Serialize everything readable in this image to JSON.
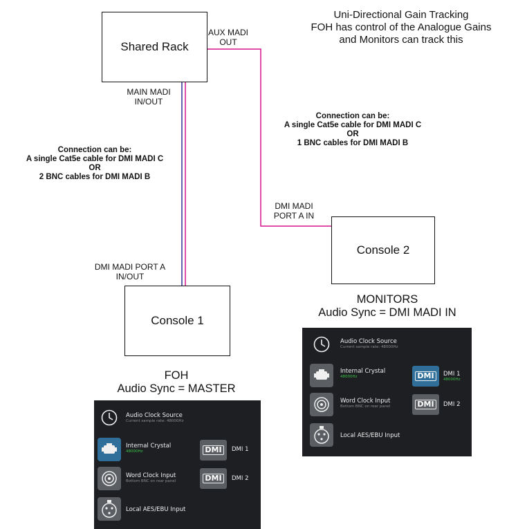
{
  "header": {
    "line1": "Uni-Directional Gain Tracking",
    "line2": "FOH has control of the Analogue Gains",
    "line3": "and Monitors can track this"
  },
  "boxes": {
    "shared_rack": "Shared Rack",
    "console1": "Console 1",
    "console2": "Console 2"
  },
  "labels": {
    "aux_madi_1": "AUX MADI",
    "aux_madi_2": "OUT",
    "main_madi_1": "MAIN MADI",
    "main_madi_2": "IN/OUT",
    "dmi_port_a_1": "DMI MADI PORT A",
    "dmi_port_a_2": "IN/OUT",
    "dmi_in_1": "DMI MADI",
    "dmi_in_2": "PORT A IN"
  },
  "notes": {
    "left": {
      "l1": "Connection can be:",
      "l2": "A single Cat5e cable for DMI MADI C",
      "l3": "OR",
      "l4": "2 BNC cables for DMI MADI B"
    },
    "right": {
      "l1": "Connection can be:",
      "l2": "A single Cat5e cable for DMI MADI C",
      "l3": "OR",
      "l4": "1 BNC cables for DMI MADI B"
    }
  },
  "captions": {
    "foh_1": "FOH",
    "foh_2": "Audio Sync = MASTER",
    "mon_1": "MONITORS",
    "mon_2": "Audio Sync = DMI MADI IN"
  },
  "wire_colors": {
    "blue": "#2b2f8f",
    "magenta": "#d4148c"
  },
  "panel_foh": {
    "clock_title": "Audio Clock Source",
    "clock_sub_prefix": "Current sample rate: ",
    "clock_sub_value": "48000Hz",
    "internal_title": "Internal Crystal",
    "internal_sub": "48000Hz",
    "word_title": "Word Clock Input",
    "word_sub": "Bottom BNC on rear panel",
    "aes_title": "Local AES/EBU Input",
    "dmi_chip": "DMI",
    "dmi1_title": "DMI 1",
    "dmi1_sub": "",
    "dmi2_title": "DMI 2",
    "active": "internal"
  },
  "panel_mon": {
    "clock_title": "Audio Clock Source",
    "clock_sub_prefix": "Current sample rate: ",
    "clock_sub_value": "48000Hz",
    "internal_title": "Internal Crystal",
    "internal_sub": "48000Hz",
    "word_title": "Word Clock Input",
    "word_sub": "Bottom BNC on rear panel",
    "aes_title": "Local AES/EBU Input",
    "dmi_chip": "DMI",
    "dmi1_title": "DMI 1",
    "dmi1_sub": "48000Hz",
    "dmi2_title": "DMI 2",
    "active": "dmi1"
  }
}
